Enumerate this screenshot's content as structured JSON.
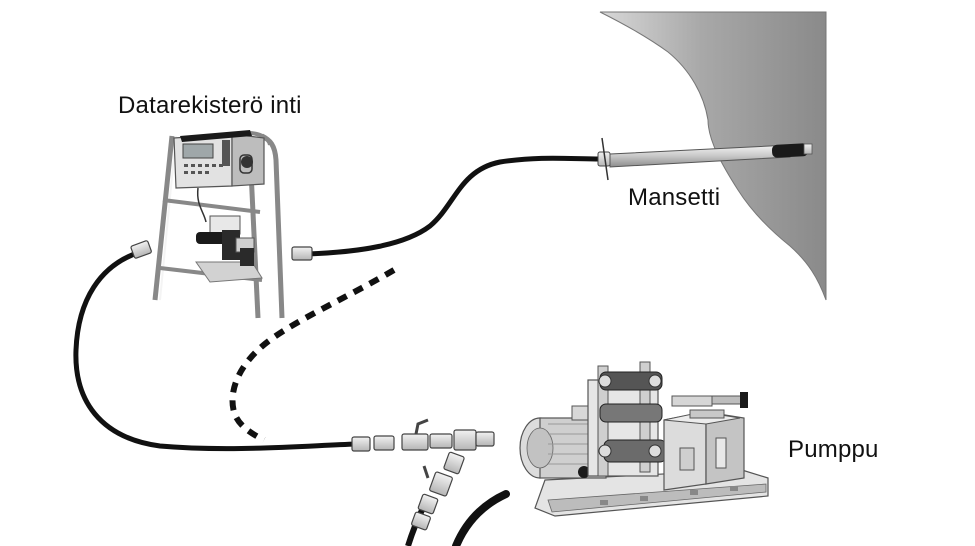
{
  "labels": {
    "data_logger": "Datarekisterö inti",
    "cuff": "Mansetti",
    "pump": "Pumppu"
  },
  "colors": {
    "background": "#ffffff",
    "rock": "#9a9a9a",
    "hose": "#111111",
    "equipment_body": "#e6e6e6",
    "equipment_outline": "#555555"
  }
}
